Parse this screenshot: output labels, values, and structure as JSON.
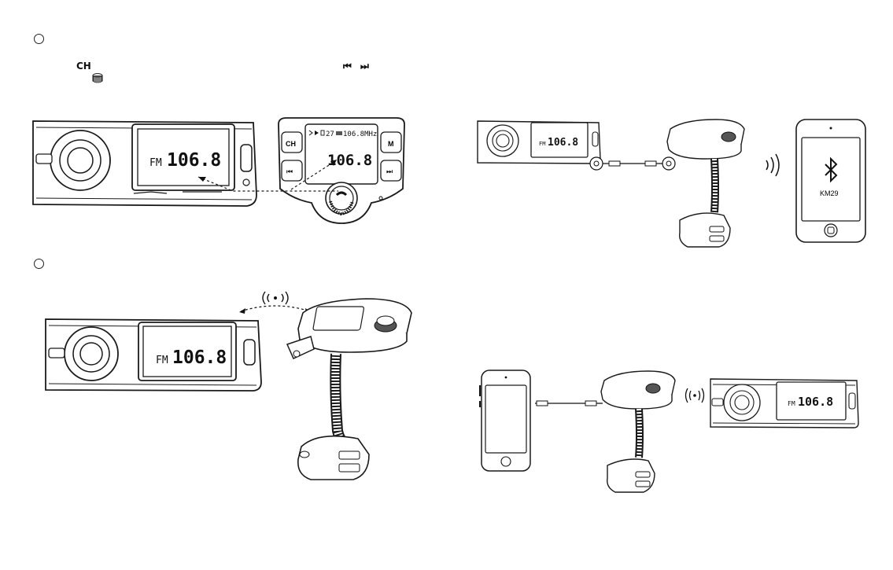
{
  "instructions": {
    "ch_label": "CH",
    "skip_prev_glyph": "⏮",
    "skip_next_glyph": "⏭"
  },
  "radio": {
    "band": "FM",
    "frequency": "106.8"
  },
  "transmitter": {
    "status_line": "27",
    "status_freq": "106.8MHz",
    "frequency": "106.8",
    "buttons": {
      "ch": "CH",
      "mode": "M",
      "prev": "⏮",
      "next": "⏭"
    }
  },
  "phone": {
    "bluetooth_name": "KM29"
  },
  "colors": {
    "line": "#1a1a1a",
    "background": "#ffffff"
  }
}
